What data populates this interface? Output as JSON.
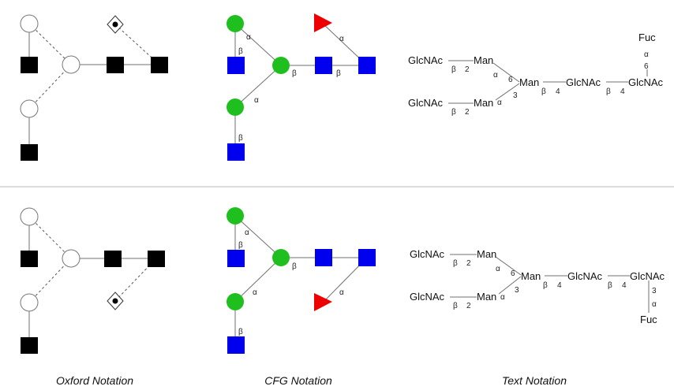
{
  "captions": {
    "oxford": "Oxford Notation",
    "cfg": "CFG Notation",
    "text": "Text Notation"
  },
  "colors": {
    "galactose_mannose_green": "#1fbf1f",
    "glcnac_blue": "#0000ee",
    "fucose_red": "#ee0000",
    "oxford_fill": "#000000"
  },
  "top": {
    "cfg_labels": {
      "fuc_link": "α",
      "upper_man_alpha": "α",
      "upper_glcnac_beta": "β",
      "core_man_beta": "β",
      "core_glcnac_beta": "β",
      "lower_man_alpha": "α",
      "lower_glcnac_beta": "β"
    },
    "text": {
      "fuc": "Fuc",
      "fuc_alpha": "α",
      "fuc_pos": "6",
      "glcnac_upper": "GlcNAc",
      "man_upper": "Man",
      "b_upper": "β",
      "pos_upper": "2",
      "alpha_upper": "α",
      "six": "6",
      "man_core": "Man",
      "glcnac_mid": "GlcNAc",
      "glcnac_end": "GlcNAc",
      "b_core": "β",
      "four_core": "4",
      "b_mid": "β",
      "four_mid": "4",
      "glcnac_lower": "GlcNAc",
      "man_lower": "Man",
      "b_lower": "β",
      "pos_lower": "2",
      "alpha_lower": "α",
      "three": "3"
    }
  },
  "bottom": {
    "cfg_labels": {
      "upper_man_alpha": "α",
      "upper_glcnac_beta": "β",
      "core_man_beta": "β",
      "fuc_link": "α",
      "lower_man_alpha": "α",
      "lower_glcnac_beta": "β"
    },
    "text": {
      "glcnac_upper": "GlcNAc",
      "man_upper": "Man",
      "b_upper": "β",
      "pos_upper": "2",
      "alpha_upper": "α",
      "six": "6",
      "man_core": "Man",
      "glcnac_mid": "GlcNAc",
      "glcnac_end": "GlcNAc",
      "b_core": "β",
      "four_core": "4",
      "b_mid": "β",
      "four_mid": "4",
      "glcnac_lower": "GlcNAc",
      "man_lower": "Man",
      "b_lower": "β",
      "pos_lower": "2",
      "alpha_lower": "α",
      "three": "3",
      "fuc_pos": "3",
      "fuc_alpha": "α",
      "fuc": "Fuc"
    }
  }
}
